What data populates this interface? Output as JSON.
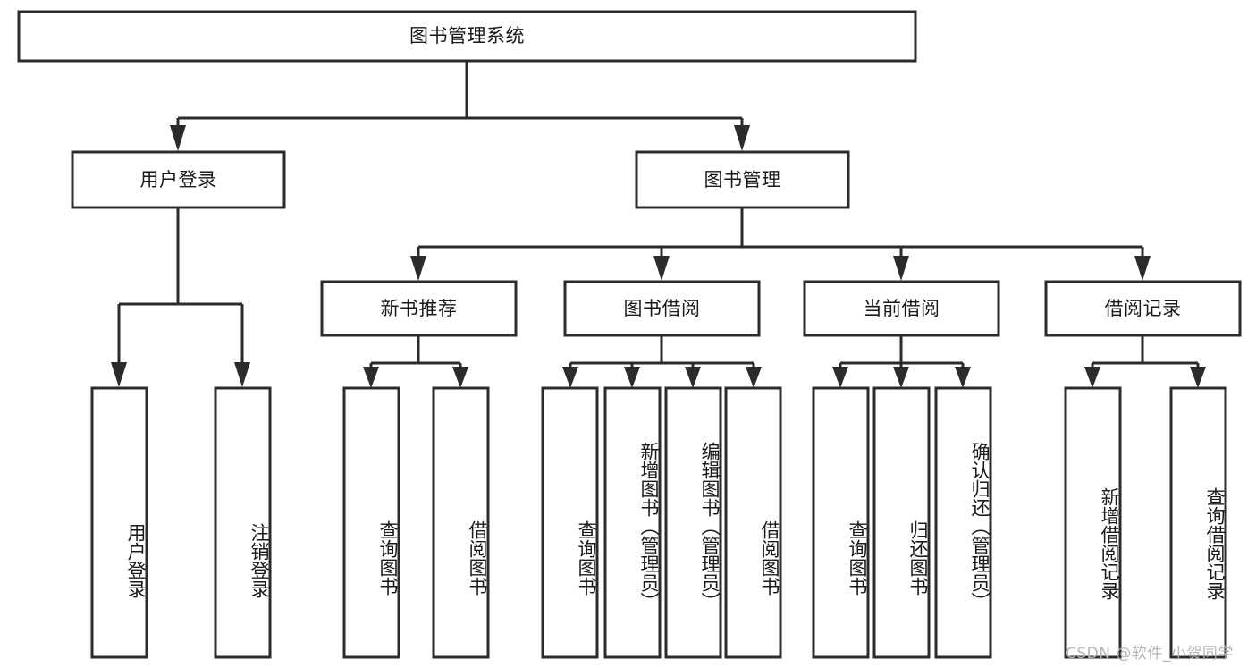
{
  "diagram": {
    "type": "hierarchy-tree",
    "title": "图书管理系统",
    "root": {
      "label": "图书管理系统"
    },
    "level1": [
      {
        "label": "用户登录"
      },
      {
        "label": "图书管理"
      }
    ],
    "level2": [
      {
        "label": "新书推荐"
      },
      {
        "label": "图书借阅"
      },
      {
        "label": "当前借阅"
      },
      {
        "label": "借阅记录"
      }
    ],
    "leaves": {
      "user_login": [
        {
          "label": "用户登录"
        },
        {
          "label": "注销登录"
        }
      ],
      "new_book_recommend": [
        {
          "label": "查询图书"
        },
        {
          "label": "借阅图书"
        }
      ],
      "book_borrow": [
        {
          "label": "查询图书"
        },
        {
          "label": "新增图书（管理员）"
        },
        {
          "label": "编辑图书（管理员）"
        },
        {
          "label": "借阅图书"
        }
      ],
      "current_borrow": [
        {
          "label": "查询图书"
        },
        {
          "label": "归还图书"
        },
        {
          "label": "确认归还（管理员）"
        }
      ],
      "borrow_record": [
        {
          "label": "新增借阅记录"
        },
        {
          "label": "查询借阅记录"
        }
      ]
    }
  },
  "watermark": {
    "text": "CSDN @软件_小贺同学"
  },
  "colors": {
    "stroke": "#2b2b2b",
    "fill": "#ffffff",
    "text": "#1a1a1a",
    "watermark": "#b4b4b4"
  }
}
